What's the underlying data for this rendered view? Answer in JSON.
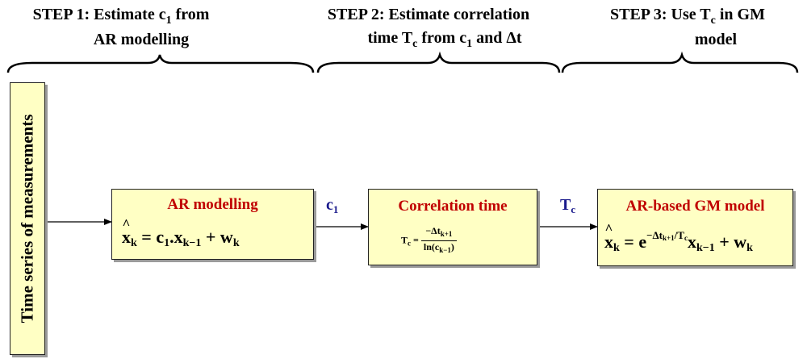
{
  "steps": [
    {
      "line1": "STEP 1:  Estimate c",
      "line1_sub": "1",
      "line1_tail": " from",
      "line2": "AR modelling"
    },
    {
      "line1": "STEP 2:  Estimate correlation",
      "line2_pre": "time T",
      "line2_sub1": "c",
      "line2_mid": " from c",
      "line2_sub2": "1",
      "line2_tail": " and Δt"
    },
    {
      "line1_pre": "STEP 3:  Use T",
      "line1_sub": "c",
      "line1_tail": " in GM",
      "line2": "model"
    }
  ],
  "input_box": {
    "label": "Time series of measurements"
  },
  "boxes": {
    "ar": {
      "title": "AR modelling"
    },
    "corr": {
      "title": "Correlation time"
    },
    "gm": {
      "title": "AR-based GM model"
    }
  },
  "signals": {
    "c1": "c",
    "c1_sub": "1",
    "tc": "T",
    "tc_sub": "c"
  },
  "colors": {
    "box_fill": "#ffffc4",
    "title_red": "#c00000",
    "signal_blue": "#1a1a8c"
  }
}
